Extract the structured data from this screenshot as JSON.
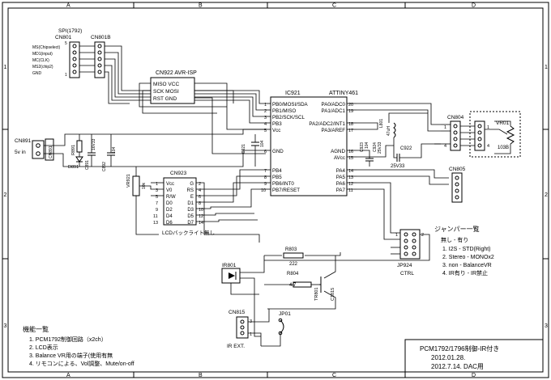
{
  "frame": {
    "col_labels": [
      "A",
      "B",
      "C",
      "D"
    ],
    "row_labels": [
      "1",
      "2",
      "3"
    ]
  },
  "spi": {
    "title": "SPI(1792)",
    "cn801": "CN801",
    "cn801b": "CN801B",
    "signals": [
      "MS(Chipselect)",
      "MD1(input)",
      "MC(CLK)",
      "MS2(chip2)",
      "GND"
    ],
    "pin5": "5",
    "pin1": "1"
  },
  "isp": {
    "title": "CN922  AVR-ISP",
    "rows": [
      "MISO VCC",
      "SCK  MOSI",
      "RST   GND"
    ]
  },
  "ic": {
    "ref": "IC921",
    "part": "ATTINY461",
    "left_pins": [
      "PB0/MOSI/SDA",
      "PB1/MISO",
      "PB2/SCK/SCL",
      "PB3",
      "Vcc"
    ],
    "left_nums": [
      "1",
      "2",
      "3",
      "4",
      "5"
    ],
    "gnd": "GND",
    "gnd_num": "6",
    "left_lower": [
      "PB4",
      "PB5",
      "PB6/INT0",
      "PB7/RESET"
    ],
    "left_lower_nums": [
      "7",
      "8",
      "9",
      "10"
    ],
    "right_pins": [
      "PA0/ADC0",
      "PA1/ADC1",
      "PA2/ADC2/INT1",
      "PA3/AREF"
    ],
    "right_nums": [
      "20",
      "19",
      "18",
      "17"
    ],
    "agnd": "AGND",
    "avcc": "AVcc",
    "agnd_num": "16",
    "avcc_num": "15",
    "right_lower": [
      "PA4",
      "PA5",
      "PA6",
      "PA7"
    ],
    "right_lower_nums": [
      "14",
      "13",
      "12",
      "11"
    ]
  },
  "power": {
    "cn891": "CN891",
    "vin": "5v in",
    "r891": "R891",
    "d891": "D891",
    "c891": "C891",
    "c891_val": "16V33",
    "c892": "C892",
    "c892_val": "104",
    "c921": "C921",
    "c921_val": "104"
  },
  "lcd": {
    "vr": "VR921",
    "vr_val": "10k",
    "cn": "CN923",
    "left_pins": [
      "Vcc",
      "V0",
      "R/W",
      "D0",
      "D2",
      "D4",
      "D6"
    ],
    "left_nums": [
      "1",
      "3",
      "5",
      "7",
      "9",
      "11",
      "13"
    ],
    "right_pins": [
      "G",
      "RS",
      "E",
      "D1",
      "D3",
      "D5",
      "D7"
    ],
    "right_nums": [
      "2",
      "4",
      "6",
      "8",
      "10",
      "12",
      "14"
    ],
    "caption": "LCDバックライト無し"
  },
  "analog": {
    "l801": "L801",
    "l801_val": "47uH",
    "c923": "C923",
    "c923_val": "104",
    "c924": "C924",
    "c924_val": "25V33",
    "c922": "C922",
    "c922_val": "25V33",
    "cn804": "CN804",
    "vr01": "VR01",
    "vr01_val": "103B",
    "cn805": "CN805",
    "cn804_pins": [
      "1",
      "4"
    ],
    "vr_pins": [
      "1",
      "4"
    ]
  },
  "jumper": {
    "title": "ジャンパー一覧",
    "header": "無し - 有り",
    "items": [
      "1. I2S  - STD(Right)",
      "2. Stereo - MONOx2",
      "3. non  - BalanceVR",
      "4. IR有り - IR禁止"
    ],
    "ref": "JP924",
    "ctrl": "CTRL",
    "pin1": "1",
    "pin2": "2"
  },
  "ir": {
    "ir801": "IR801",
    "r803": "R803",
    "r803_val": "222",
    "r804": "R804",
    "r804_val": "4.7",
    "tr": "TR801",
    "tr_val": "C1815",
    "cn815": "CN815",
    "jp01": "JP01",
    "ext": "IR EXT.",
    "cn815_pins": [
      "3",
      "1"
    ]
  },
  "features": {
    "title": "機能一覧",
    "items": [
      "1. PCM1792制御回路（x2ch）",
      "2. LCD表示",
      "3. Balance  VR用の端子(使用有無",
      "4. リモコンによる、Vol調整、Mute/on-off"
    ]
  },
  "title_block": {
    "title": "PCM1792/1796制御-IR付き",
    "date1": "2012.01.28.",
    "date2": "2012.7.14. DAC用"
  }
}
